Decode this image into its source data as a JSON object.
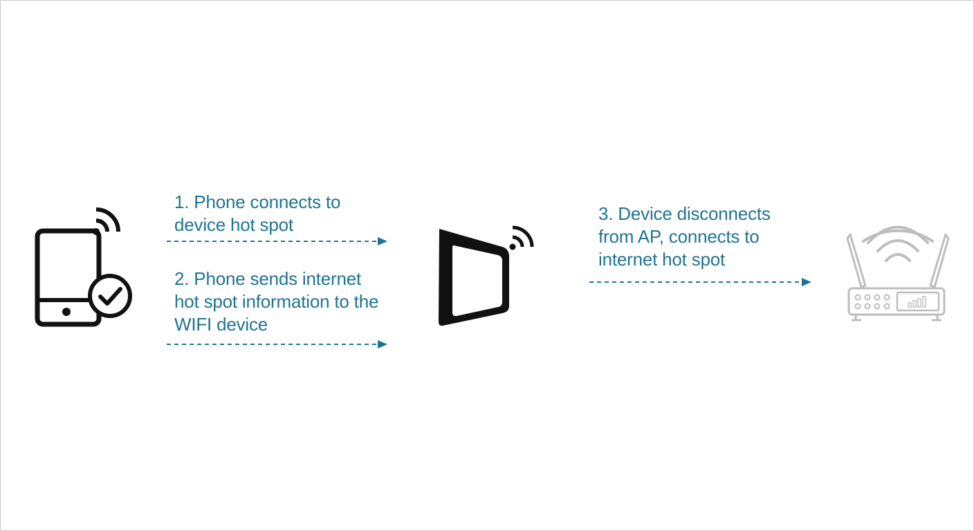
{
  "steps": [
    {
      "lines": [
        "1. Phone connects to",
        "device hot spot"
      ]
    },
    {
      "lines": [
        "2. Phone sends internet",
        "hot spot information to the",
        "WIFI device"
      ]
    },
    {
      "lines": [
        "3. Device disconnects",
        "from AP, connects to",
        "internet hot spot"
      ]
    }
  ],
  "nodes": {
    "phone": {
      "icon": "smartphone-wifi-check-icon"
    },
    "device": {
      "icon": "wifi-device-icon"
    },
    "router": {
      "icon": "router-icon"
    }
  },
  "colors": {
    "text": "#1f7393",
    "arrow": "#1f7393",
    "icon_dark": "#111111",
    "router": "#bdbdbd"
  }
}
